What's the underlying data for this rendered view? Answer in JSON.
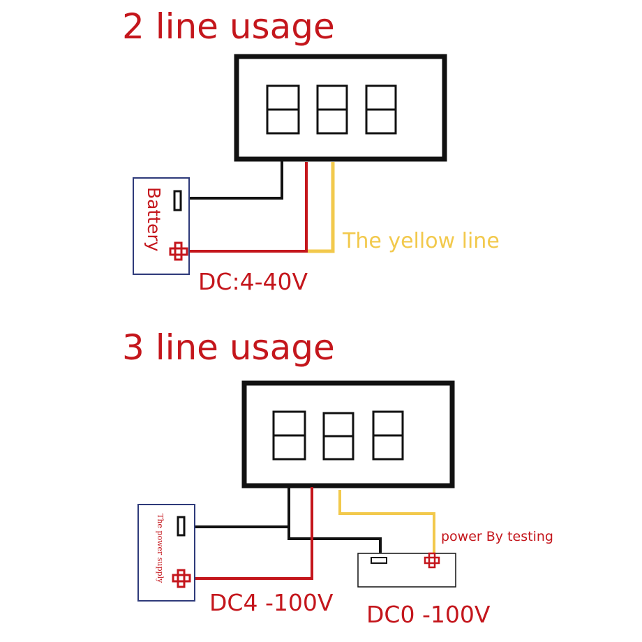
{
  "colors": {
    "red": "#c4161c",
    "yellow": "#f2c94c",
    "black": "#111111",
    "navy": "#2e3a7a"
  },
  "section1": {
    "title": "2 line usage",
    "battery_label": "Battery",
    "yellow_label": "The yellow line",
    "voltage_label": "DC:4-40V"
  },
  "section2": {
    "title": "3 line usage",
    "supply_label": "The power supply",
    "testing_label": "power By testing",
    "supply_voltage": "DC4 -100V",
    "test_voltage": "DC0 -100V"
  }
}
